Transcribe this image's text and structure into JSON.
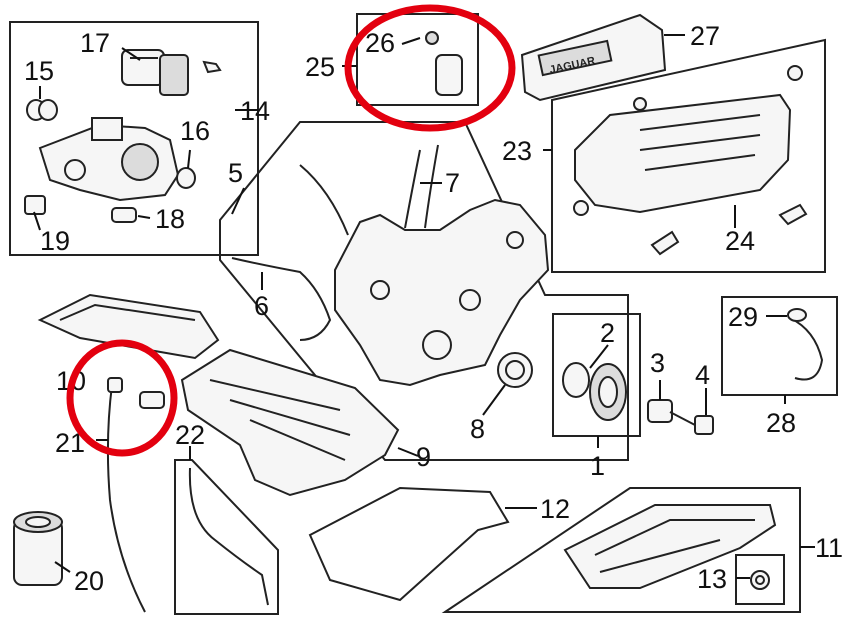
{
  "diagram": {
    "callouts": {
      "c1": "1",
      "c2": "2",
      "c3": "3",
      "c4": "4",
      "c5": "5",
      "c6": "6",
      "c7": "7",
      "c8": "8",
      "c9": "9",
      "c10": "10",
      "c11": "11",
      "c12": "12",
      "c13": "13",
      "c14": "14",
      "c15": "15",
      "c16": "16",
      "c17": "17",
      "c18": "18",
      "c19": "19",
      "c20": "20",
      "c21": "21",
      "c22": "22",
      "c23": "23",
      "c24": "24",
      "c25": "25",
      "c26": "26",
      "c27": "27",
      "c28": "28",
      "c29": "29"
    },
    "cover_logo_text": "JAGUAR",
    "highlight_color": "#e3000f",
    "line_color": "#222222"
  }
}
